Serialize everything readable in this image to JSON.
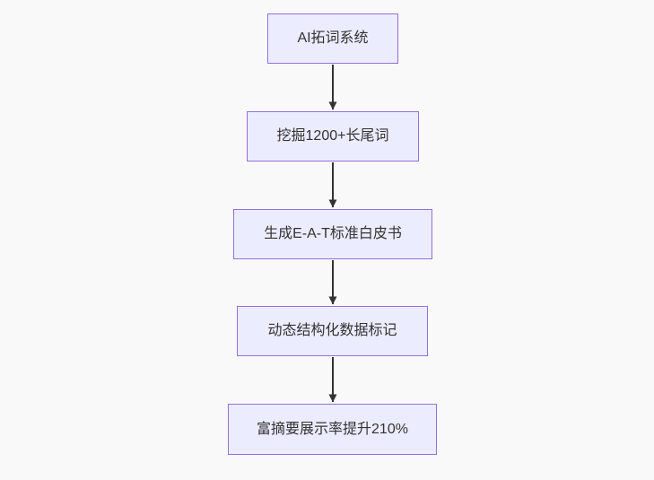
{
  "diagram": {
    "type": "flowchart",
    "direction": "top-down",
    "background_color": "#f9f9f9",
    "node_fill_color": "#ECECFF",
    "node_border_color": "#9370DB",
    "arrow_color": "#333333",
    "text_color": "#333333",
    "nodes": [
      {
        "label": "AI拓词系统"
      },
      {
        "label": "挖掘1200+长尾词"
      },
      {
        "label": "生成E-A-T标准白皮书"
      },
      {
        "label": "动态结构化数据标记"
      },
      {
        "label": "富摘要展示率提升210%"
      }
    ],
    "edges": [
      {
        "from": 0,
        "to": 1
      },
      {
        "from": 1,
        "to": 2
      },
      {
        "from": 2,
        "to": 3
      },
      {
        "from": 3,
        "to": 4
      }
    ]
  }
}
